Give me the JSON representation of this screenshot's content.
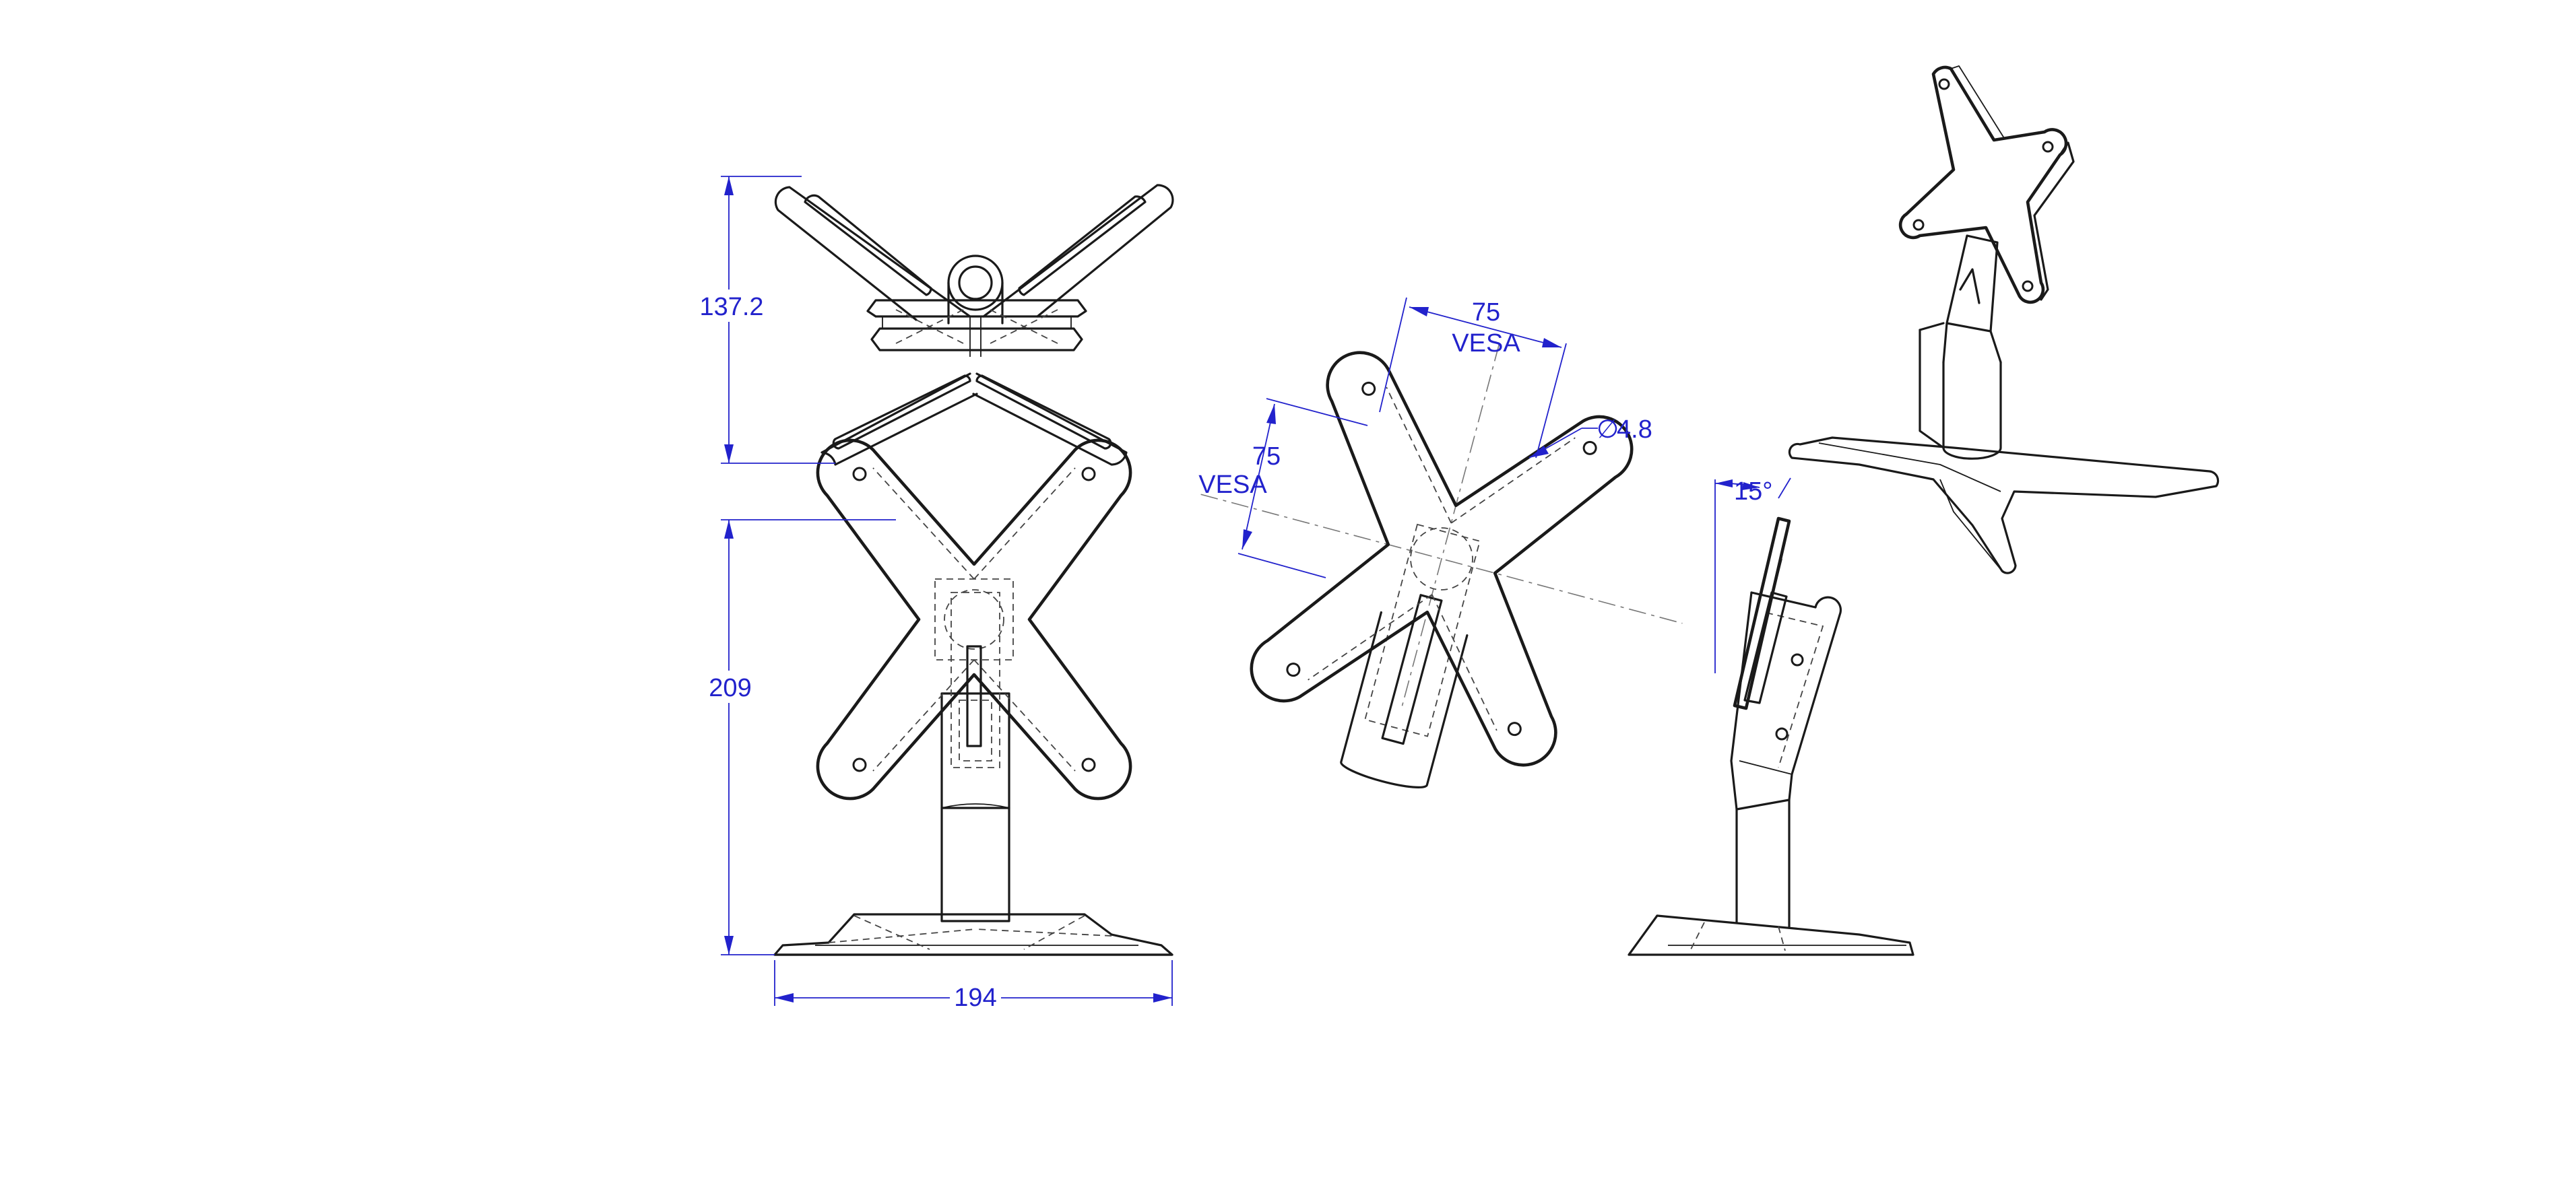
{
  "dimensions": {
    "top_height": "137.2",
    "front_height": "209",
    "width": "194",
    "vesa_horizontal_value": "75",
    "vesa_horizontal_label": "VESA",
    "vesa_vertical_value": "75",
    "vesa_vertical_label": "VESA",
    "hole_diameter": "4.8",
    "diameter_symbol": "∅",
    "tilt_angle": "15°"
  },
  "colors": {
    "dimension": "#2222cc",
    "outline": "#1a1a1a",
    "background": "#ffffff"
  }
}
